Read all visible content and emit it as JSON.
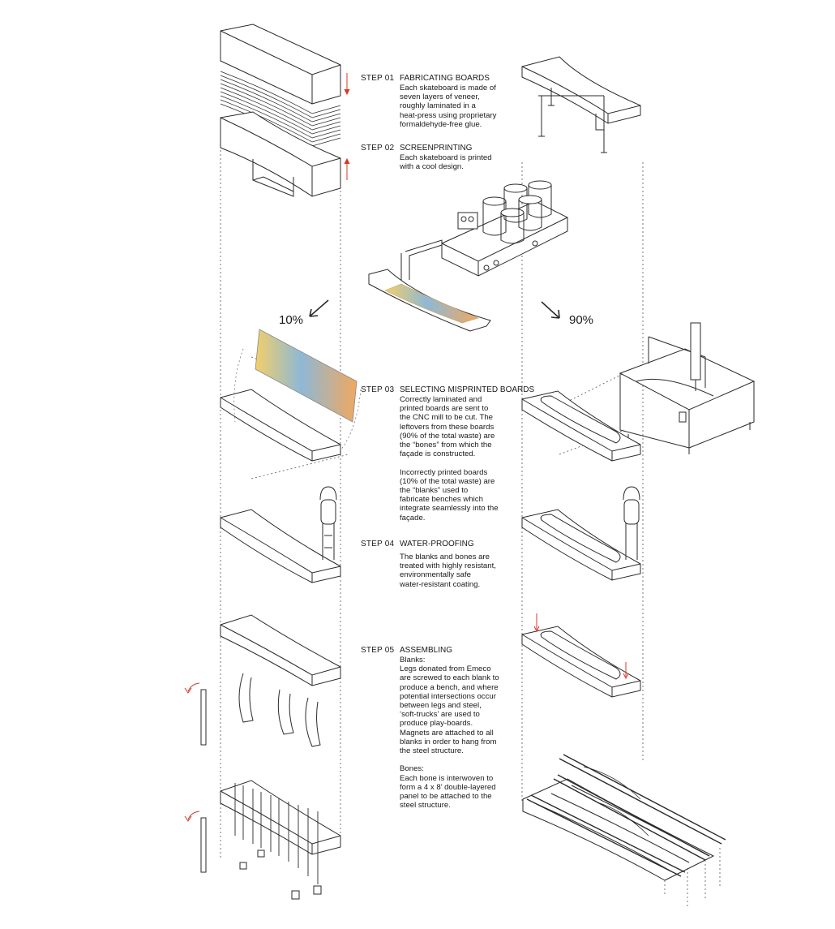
{
  "steps": [
    {
      "label": "STEP 01",
      "title": "FABRICATING BOARDS",
      "description": "Each skateboard is made of\nseven layers of veneer,\nroughly laminated in a\nheat-press using proprietary\nformaldehyde-free glue."
    },
    {
      "label": "STEP 02",
      "title": "SCREENPRINTING",
      "description": "Each skateboard is printed\nwith a cool design."
    },
    {
      "label": "STEP 03",
      "title": "SELECTING MISPRINTED BOARDS",
      "description": "Correctly laminated and\nprinted boards are sent to\nthe CNC mill to be cut. The\nleftovers from these boards\n(90% of the total waste) are\nthe “bones” from which the\nfaçade is constructed.\n\nIncorrectly printed boards\n(10% of the total waste) are\nthe “blanks” used to\nfabricate benches which\nintegrate seamlessly into the\nfaçade."
    },
    {
      "label": "STEP 04",
      "title": "WATER-PROOFING",
      "description": "The blanks and bones are\ntreated with highly resistant,\nenvironmentally safe\nwater-resistant coating."
    },
    {
      "label": "STEP 05",
      "title": "ASSEMBLING",
      "description": "Blanks:\nLegs donated from Emeco\nare screwed to each blank to\nproduce a bench, and where\npotential intersections occur\nbetween legs and steel,\n‘soft-trucks’ are used to\nproduce play-boards.\nMagnets are attached to all\nblanks in order to hang from\nthe steel structure.\n\nBones:\nEach bone is interwoven to\nform a 4 x 8’ double-layered\npanel to be attached to the\nsteel structure."
    }
  ],
  "split": {
    "left_percent": "10%",
    "right_percent": "90%"
  },
  "colors": {
    "line": "#2a2a2a",
    "accent_arrow": "#d63a2a",
    "print_yellow": "#f2cf6a",
    "print_blue": "#8fb8d6",
    "print_orange": "#f0a860"
  }
}
